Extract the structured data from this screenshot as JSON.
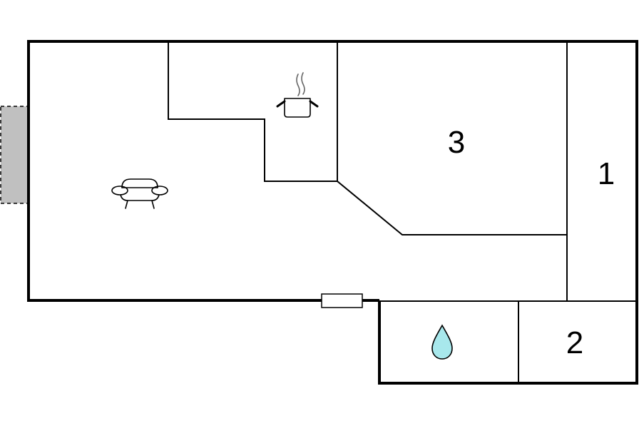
{
  "rooms": {
    "room_1": {
      "label": "1"
    },
    "room_2": {
      "label": "2"
    },
    "room_3": {
      "label": "3"
    }
  },
  "icons": {
    "living": "sofa-icon",
    "kitchen": "cooking-pot-icon",
    "bathroom": "water-drop-icon"
  },
  "colors": {
    "terrace": "#c0c0c0",
    "water_drop": "#a8e8ec",
    "walls": "#000000"
  }
}
